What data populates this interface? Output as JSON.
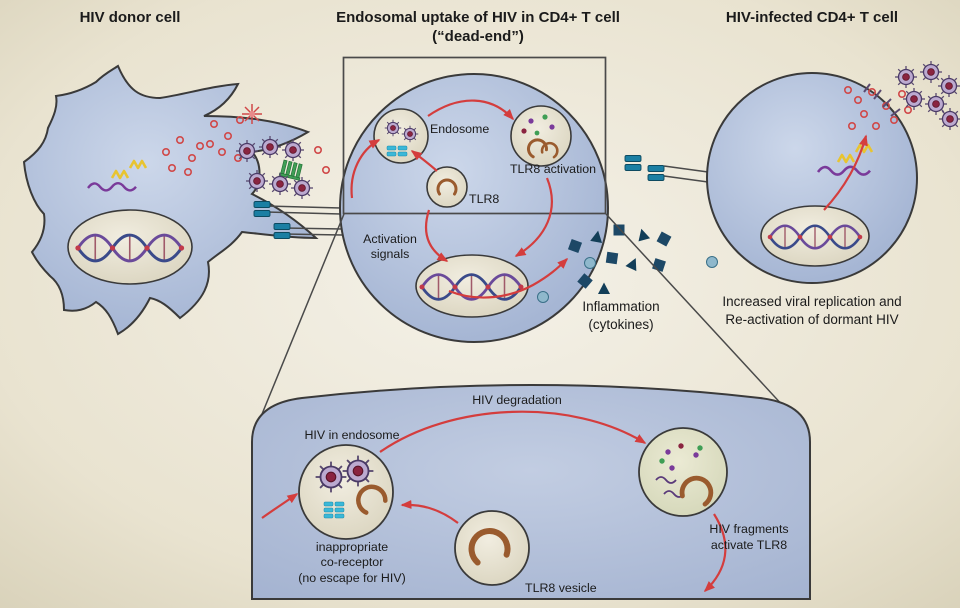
{
  "titles": {
    "donor": "HIV donor cell",
    "center1": "Endosomal uptake of HIV in CD4+ T cell",
    "center2": "(“dead-end”)",
    "infected": "HIV-infected CD4+ T cell"
  },
  "center_cell": {
    "endosome": "Endosome",
    "tlr8": "TLR8",
    "tlr8_activation": "TLR8 activation",
    "signals1": "Activation",
    "signals2": "signals"
  },
  "inflammation": {
    "line1": "Inflammation",
    "line2": "(cytokines)"
  },
  "infected_cell": {
    "caption1": "Increased viral replication and",
    "caption2": "Re-activation of dormant HIV"
  },
  "inset": {
    "hiv_in_endosome": "HIV in endosome",
    "hiv_degradation": "HIV degradation",
    "inapp1": "inappropriate",
    "inapp2": "co-receptor",
    "inapp3": "(no escape for HIV)",
    "tlr8_vesicle": "TLR8 vesicle",
    "frag1": "HIV fragments",
    "frag2": "activate TLR8"
  },
  "colors": {
    "background": "#e9e3d0",
    "cell_fill": "#a7b6d4",
    "panel_fill": "#aab8d4",
    "vesicle_fill": "#e6e0cd",
    "nucleus_fill": "#e3ddc9",
    "arrow_red": "#d43d3d",
    "receptor_teal": "#1b7fa3",
    "co_receptor_cyan": "#3ab8d8",
    "receptor_green": "#3f9e55",
    "cytokine_navy": "#1d4866",
    "cytokine_steel": "#8fb8cc",
    "virion_purple": "#bcaad0",
    "virion_core_red": "#8a2440",
    "tlr8_brown": "#9a5b2e",
    "outline": "#3a3a3a"
  },
  "icons": {
    "virion-icon": "spiked circle = HIV particle",
    "tlr8-receptor-icon": "horseshoe arc = TLR8 receptor",
    "dna-icon": "double helix in nucleus",
    "cd4-receptor-icon": "paired teal bars",
    "co-receptor-icon": "cyan dashes",
    "green-receptor-icon": "green comb",
    "cytokine-square-icon": "navy square",
    "cytokine-triangle-icon": "navy triangle",
    "cytokine-circle-icon": "steel blue circle",
    "rna-squiggle-icon": "purple wavy line",
    "protein-squiggle-icon": "yellow zigzag",
    "virion-ring-icon": "small red ring"
  }
}
